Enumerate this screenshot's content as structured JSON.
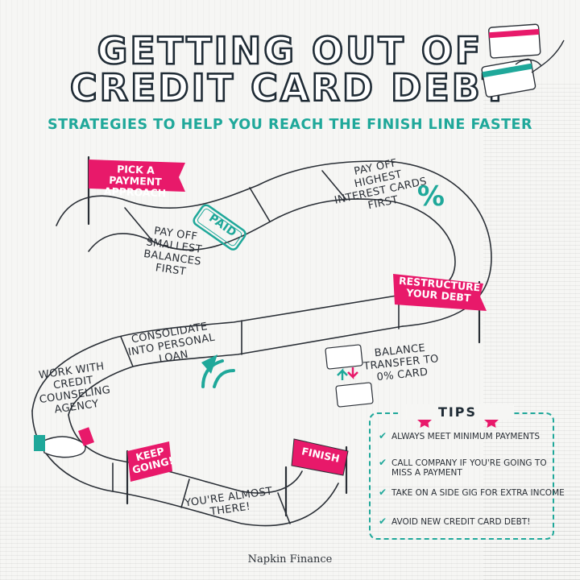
{
  "title": {
    "line1": "GETTING OUT OF",
    "line2": "CREDIT CARD DEBT",
    "subtitle": "STRATEGIES TO HELP YOU REACH THE FINISH LINE FASTER"
  },
  "steps": {
    "pick_payment": "PICK A PAYMENT APPROACH",
    "smallest_first": "PAY OFF SMALLEST BALANCES FIRST",
    "paid_stamp": "PAID",
    "highest_interest": "PAY OFF HIGHEST INTEREST CARDS FIRST",
    "percent_sign": "%",
    "restructure": "RESTRUCTURE YOUR DEBT",
    "balance_transfer": "BALANCE TRANSFER TO 0% CARD",
    "consolidate": "CONSOLIDATE INTO PERSONAL LOAN",
    "counseling": "WORK WITH CREDIT COUNSELING AGENCY",
    "keep_going": "KEEP GOING!",
    "almost_there": "YOU'RE ALMOST THERE!",
    "finish": "FINISH"
  },
  "tips": {
    "title": "TIPS",
    "items": [
      "ALWAYS MEET MINIMUM PAYMENTS",
      "CALL COMPANY IF YOU'RE GOING TO MISS A PAYMENT",
      "TAKE ON A SIDE GIG FOR EXTRA INCOME",
      "AVOID NEW CREDIT CARD DEBT!"
    ]
  },
  "brand": "Napkin Finance",
  "colors": {
    "teal": "#1fa89a",
    "pink": "#e8196a",
    "ink": "#1f2b35"
  }
}
